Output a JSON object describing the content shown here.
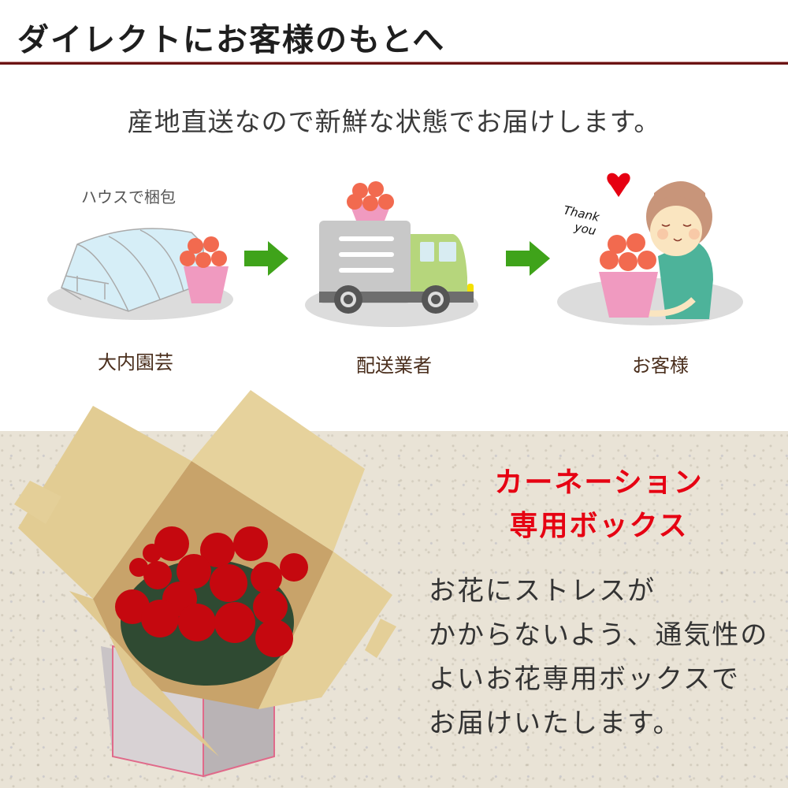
{
  "header": {
    "title": "ダイレクトにお客様のもとへ",
    "rule_color": "#6b1414"
  },
  "subtitle": "産地直送なので新鮮な状態でお届けします。",
  "flow": {
    "steps": [
      {
        "note": "ハウスで梱包",
        "caption": "大内園芸",
        "icon": "greenhouse-with-flowers-icon"
      },
      {
        "caption": "配送業者",
        "icon": "delivery-truck-icon"
      },
      {
        "speech": "Thank you",
        "speech_line1": "Thank",
        "speech_line2": "you",
        "caption": "お客様",
        "icon": "customer-with-flowers-icon"
      }
    ],
    "arrow_color": "#3fa31a"
  },
  "box_section": {
    "title_line1": "カーネーション",
    "title_line2": "専用ボックス",
    "title_color": "#e60012",
    "description": [
      "お花にストレスが",
      "かからないよう、通気性の",
      "よいお花専用ボックスで",
      "お届けいたします。"
    ],
    "image": "carnation-box-photo"
  }
}
